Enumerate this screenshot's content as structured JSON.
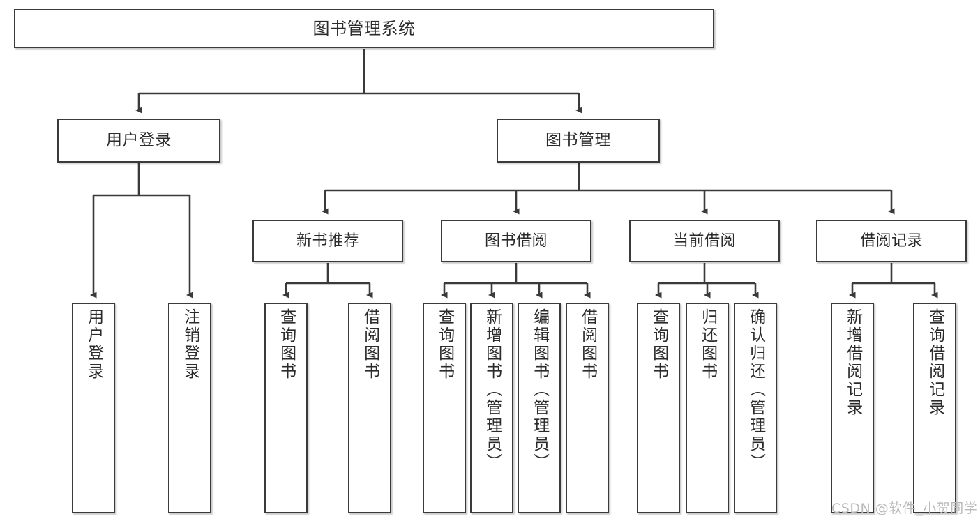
{
  "diagram": {
    "title": "图书管理系统",
    "type": "hierarchy-tree",
    "root": {
      "label": "图书管理系统"
    },
    "level2": [
      {
        "id": "user-login",
        "label": "用户登录"
      },
      {
        "id": "book-management",
        "label": "图书管理"
      }
    ],
    "level3": [
      {
        "id": "new-book-recommend",
        "label": "新书推荐"
      },
      {
        "id": "book-borrow",
        "label": "图书借阅"
      },
      {
        "id": "current-borrow",
        "label": "当前借阅"
      },
      {
        "id": "borrow-record",
        "label": "借阅记录"
      }
    ],
    "leaves": {
      "user_login": [
        {
          "id": "leaf-user-login",
          "label": "用户登录"
        },
        {
          "id": "leaf-logout-login",
          "label": "注销登录"
        }
      ],
      "new_book_recommend": [
        {
          "id": "leaf-query-book-1",
          "label": "查询图书"
        },
        {
          "id": "leaf-borrow-book-1",
          "label": "借阅图书"
        }
      ],
      "book_borrow": [
        {
          "id": "leaf-query-book-2",
          "label": "查询图书"
        },
        {
          "id": "leaf-add-book",
          "label": "新增图书（管理员）"
        },
        {
          "id": "leaf-edit-book",
          "label": "编辑图书（管理员）"
        },
        {
          "id": "leaf-borrow-book-2",
          "label": "借阅图书"
        }
      ],
      "current_borrow": [
        {
          "id": "leaf-query-book-3",
          "label": "查询图书"
        },
        {
          "id": "leaf-return-book",
          "label": "归还图书"
        },
        {
          "id": "leaf-confirm-return",
          "label": "确认归还（管理员）"
        }
      ],
      "borrow_record": [
        {
          "id": "leaf-add-record",
          "label": "新增借阅记录"
        },
        {
          "id": "leaf-query-record",
          "label": "查询借阅记录"
        }
      ]
    }
  },
  "watermark": {
    "text": "CSDN @软件_小贺同学"
  },
  "colors": {
    "stroke": "#3a3a3a",
    "text": "#2b2b2b",
    "background": "#ffffff",
    "watermark": "#b9b9b9"
  }
}
